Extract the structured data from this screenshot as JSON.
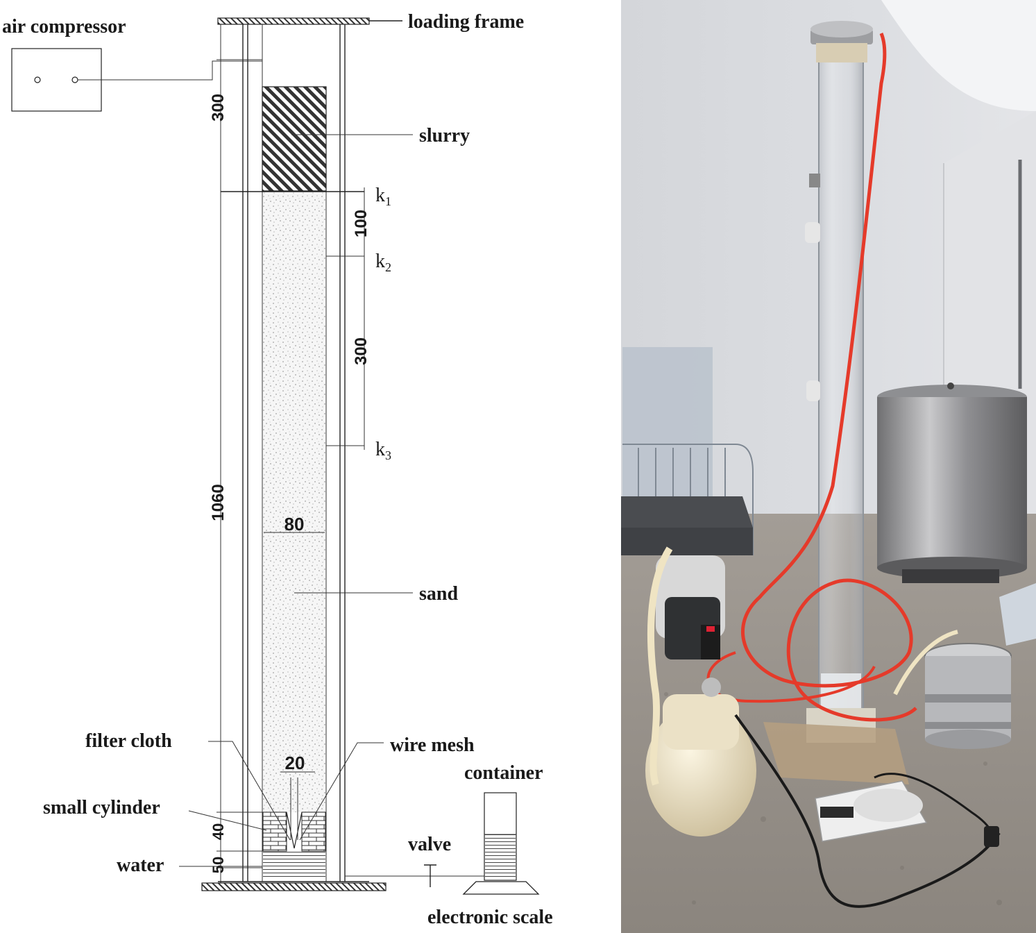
{
  "diagram": {
    "labels": {
      "loading_frame": "loading frame",
      "air_compressor": "air compressor",
      "slurry": "slurry",
      "sand": "sand",
      "filter_cloth": "filter cloth",
      "wire_mesh": "wire mesh",
      "container": "container",
      "small_cylinder": "small cylinder",
      "valve": "valve",
      "water": "water",
      "electronic_scale": "electronic scale"
    },
    "dimensions": {
      "top_space": "300",
      "total_height": "1060",
      "k1_k2": "100",
      "k2_k3": "300",
      "inner_diameter": "80",
      "outlet_diameter": "20",
      "cylinder_height": "40",
      "water_height": "50"
    },
    "ports": {
      "k1": "k",
      "k1_sub": "1",
      "k2": "k",
      "k2_sub": "2",
      "k3": "k",
      "k3_sub": "3"
    }
  },
  "photo": {
    "subject": "column-test-apparatus-photo",
    "colors": {
      "tube_red": "#e53a2a",
      "wall": "#d9dbdf",
      "floor": "#9a958f",
      "compressor": "#efe6cf",
      "steel": "#a7a8aa"
    }
  }
}
